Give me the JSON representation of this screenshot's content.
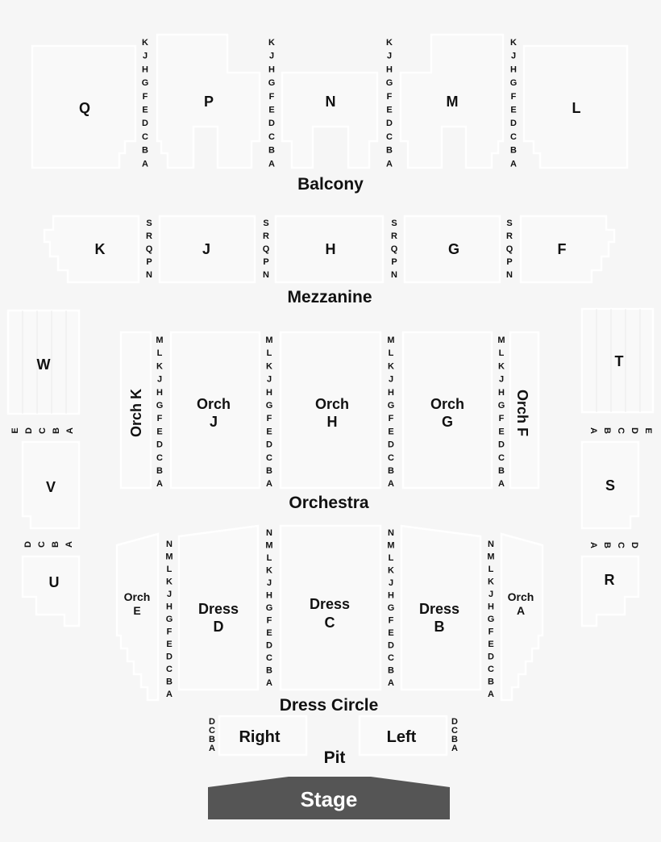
{
  "colors": {
    "stage": "#555555",
    "section_fill": "#f9f9f9",
    "background": "#f6f6f6",
    "text": "#111111"
  },
  "areas": {
    "balcony": "Balcony",
    "mezzanine": "Mezzanine",
    "orchestra": "Orchestra",
    "dress_circle": "Dress Circle",
    "pit": "Pit",
    "stage": "Stage"
  },
  "balcony": {
    "sections": [
      "Q",
      "P",
      "N",
      "M",
      "L"
    ],
    "rows": [
      "K",
      "J",
      "H",
      "G",
      "F",
      "E",
      "D",
      "C",
      "B",
      "A"
    ]
  },
  "mezzanine": {
    "sections": [
      "K",
      "J",
      "H",
      "G",
      "F"
    ],
    "rows": [
      "S",
      "R",
      "Q",
      "P",
      "N"
    ]
  },
  "orchestra": {
    "sections": [
      {
        "line1": "Orch K",
        "line2": ""
      },
      {
        "line1": "Orch",
        "line2": "J"
      },
      {
        "line1": "Orch",
        "line2": "H"
      },
      {
        "line1": "Orch",
        "line2": "G"
      },
      {
        "line1": "Orch F",
        "line2": ""
      }
    ],
    "rows": [
      "M",
      "L",
      "K",
      "J",
      "H",
      "G",
      "F",
      "E",
      "D",
      "C",
      "B",
      "A"
    ]
  },
  "boxes_left": {
    "top": "W",
    "middle": "V",
    "bottom": "U",
    "rows_top": [
      "E",
      "D",
      "C",
      "B",
      "A"
    ],
    "rows_bottom": [
      "D",
      "C",
      "B",
      "A"
    ]
  },
  "boxes_right": {
    "top": "T",
    "middle": "S",
    "bottom": "R",
    "rows_top": [
      "A",
      "B",
      "C",
      "D",
      "E"
    ],
    "rows_bottom": [
      "A",
      "B",
      "C",
      "D"
    ]
  },
  "dress_circle": {
    "sections": [
      {
        "line1": "Orch",
        "line2": "E"
      },
      {
        "line1": "Dress",
        "line2": "D"
      },
      {
        "line1": "Dress",
        "line2": "C"
      },
      {
        "line1": "Dress",
        "line2": "B"
      },
      {
        "line1": "Orch",
        "line2": "A"
      }
    ],
    "rows": [
      "N",
      "M",
      "L",
      "K",
      "J",
      "H",
      "G",
      "F",
      "E",
      "D",
      "C",
      "B",
      "A"
    ]
  },
  "pit": {
    "right": "Right",
    "left": "Left",
    "rows": [
      "D",
      "C",
      "B",
      "A"
    ]
  }
}
